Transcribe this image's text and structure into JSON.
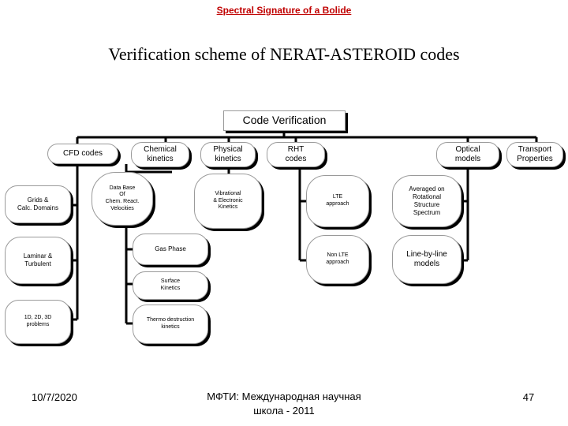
{
  "header": {
    "link_text": "Spectral Signature of a Bolide"
  },
  "title": "Verification scheme of NERAT-ASTEROID codes",
  "diagram": {
    "root": "Code Verification",
    "cfd_codes": "CFD codes",
    "chemical_kinetics": "Chemical\nkinetics",
    "physical_kinetics": "Physical\nkinetics",
    "rht_codes": "RHT\ncodes",
    "optical_models": "Optical\nmodels",
    "transport_properties": "Transport\nProperties",
    "grids": "Grids &\nCalc. Domains",
    "database": "Data Base\nOf\nChem. React.\nVelocities",
    "vibrational": "Vibrational\n& Electronic\nKinetics",
    "lte": "LTE\napproach",
    "averaged": "Averaged on\nRotational\nStructure\nSpectrum",
    "laminar": "Laminar &\nTurbulent",
    "gas_phase": "Gas Phase",
    "non_lte": "Non LTE\napproach",
    "line_by_line": "Line-by-line\nmodels",
    "surface_kinetics": "Surface\nKinetics",
    "problems": "1D, 2D, 3D\nproblems",
    "thermo_destruction": "Thermo destruction\nkinetics"
  },
  "footer": {
    "date": "10/7/2020",
    "school": "МФТИ: Международная научная\nшкола - 2011",
    "page": "47"
  }
}
